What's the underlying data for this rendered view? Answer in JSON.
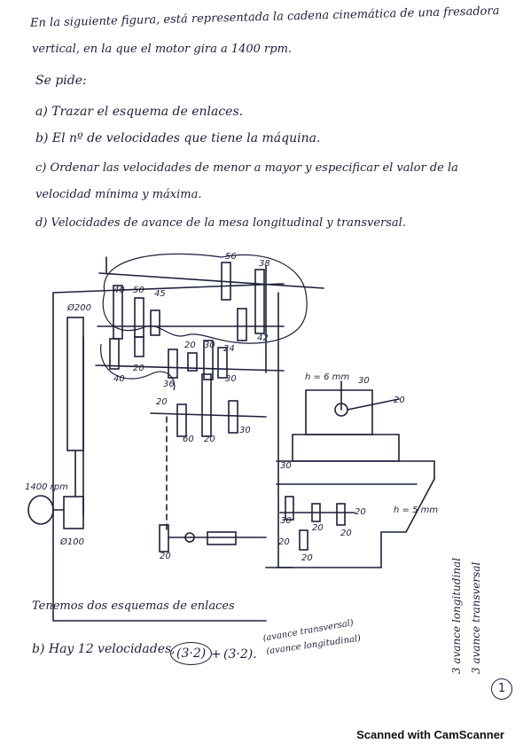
{
  "text_lines": [
    "En la siguiente figura, está representada la cadena cinemática de una fresadora",
    "vertical, en la que el motor gira a 1400 rpm.",
    "Se pide:",
    "a) Trazar el esquema de enlaces.",
    "b) El nº de velocidades que tiene la máquina.",
    "c) Ordenar las velocidades de menor a mayor y especificar el valor de la",
    "velocidad mínima y máxima.",
    "d) Velocidades de avance de la mesa longitudinal y transversal."
  ],
  "diagram_labels": {
    "g56": "56",
    "g38": "38",
    "g40": "40",
    "g50": "50",
    "g45": "45",
    "g42": "42",
    "g20a": "20",
    "g30a": "30",
    "g24": "24",
    "g40b": "40",
    "g20b": "20",
    "g36": "36",
    "g30b": "30",
    "g20c": "20",
    "g60": "60",
    "g20d": "20",
    "g30c": "30",
    "g20e": "20",
    "g30d": "30",
    "g20f": "20",
    "g20g": "20",
    "g20h": "20",
    "g30e": "30",
    "g20i": "20",
    "g20j": "20",
    "pulley_top": "Ø200",
    "pulley_bottom": "Ø100",
    "motor_speed": "1400 rpm",
    "husillo_label": "h = 6 mm",
    "husillo2_label": "h = 5 mm",
    "g30f": "30",
    "g20k": "20"
  },
  "answers": {
    "intro": "Tenemos dos esquemas de enlaces",
    "b_answer": "b) Hay 12 velocidades,",
    "formula_a": "(3·2)",
    "plus": "+",
    "formula_b": "(3·2).",
    "note_transversal": "(avance transversal)",
    "note_longitudinal": "(avance longitudinal)"
  },
  "side_notes": [
    "3 avance longitudinal",
    "3 avance transversal"
  ],
  "page_number": "1",
  "footer": "Scanned with CamScanner"
}
